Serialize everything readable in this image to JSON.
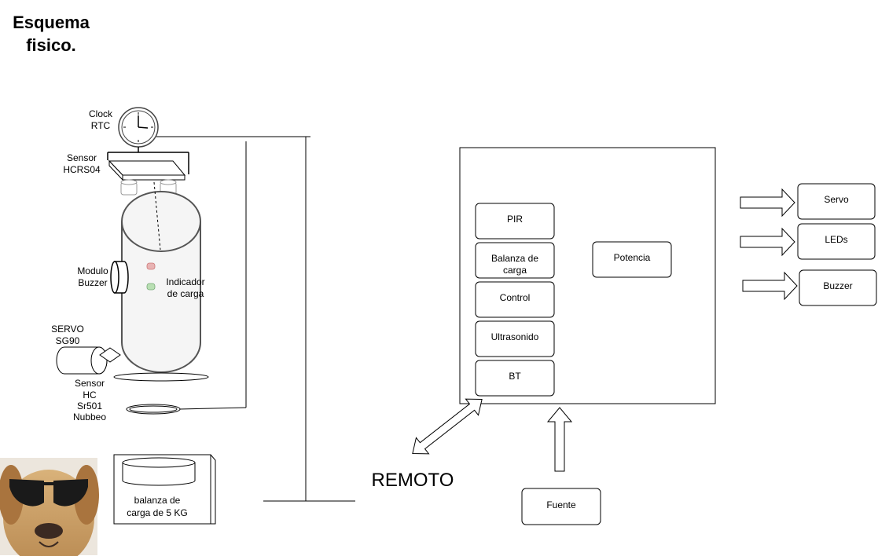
{
  "title_line1": "Esquema",
  "title_line2": "fisico.",
  "components": {
    "clock": [
      "Clock",
      "RTC"
    ],
    "hcsr04": [
      "Sensor",
      "HCRS04"
    ],
    "buzzer": [
      "Modulo",
      "Buzzer"
    ],
    "indicator": [
      "Indicador",
      "de carga"
    ],
    "servo": [
      "SERVO",
      "SG90"
    ],
    "pir": [
      "Sensor",
      "HC",
      "Sr501",
      "Nubbeo"
    ],
    "scale": [
      "balanza de",
      "carga de 5 KG"
    ]
  },
  "controller": {
    "modules": [
      "PIR",
      "Balanza de carga",
      "Control",
      "Ultrasonido",
      "BT"
    ],
    "potencia": "Potencia"
  },
  "outputs": [
    "Servo",
    "LEDs",
    "Buzzer"
  ],
  "fuente": "Fuente",
  "remoto": "REMOTO",
  "colors": {
    "indicator_red": "#e8b3b3",
    "indicator_green": "#b9dfb3",
    "tank_fill": "#f5f5f5",
    "tank_stroke": "#555555"
  },
  "photo": "dog-with-sunglasses"
}
